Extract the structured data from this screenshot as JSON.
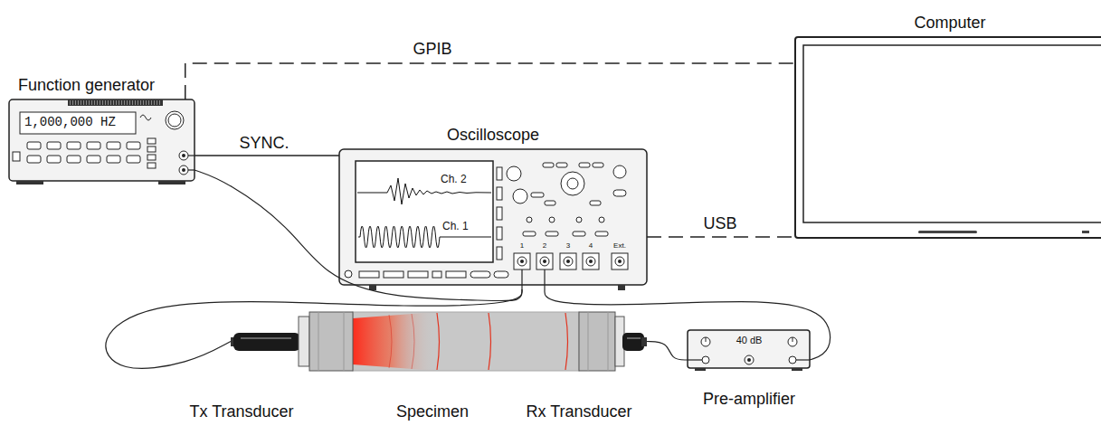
{
  "diagram": {
    "nodes": [
      {
        "text": [
          "Computer"
        ]
      },
      {
        "text": [
          "Function generator",
          "1,000,000 HZ"
        ]
      },
      {
        "text": [
          "Oscilloscope",
          "Ch. 2",
          "Ch. 1",
          "1",
          "2",
          "3",
          "4",
          "Ext."
        ]
      },
      {
        "text": [
          "Pre-amplifier",
          "40 dB"
        ]
      },
      {
        "text": [
          "Tx Transducer"
        ]
      },
      {
        "text": [
          "Specimen"
        ]
      },
      {
        "text": [
          "Rx Transducer"
        ]
      }
    ],
    "edges": [
      {
        "from": 1,
        "to": 0,
        "label": "GPIB",
        "arrow": "none"
      },
      {
        "from": 1,
        "to": 2,
        "label": "SYNC.",
        "arrow": "none"
      },
      {
        "from": 2,
        "to": 0,
        "label": "USB",
        "arrow": "none"
      },
      {
        "from": 1,
        "to": 2,
        "arrow": "none"
      },
      {
        "from": 2,
        "to": 4,
        "arrow": "none"
      },
      {
        "from": 2,
        "to": 3,
        "arrow": "none"
      },
      {
        "from": 6,
        "to": 3,
        "arrow": "none"
      }
    ]
  }
}
